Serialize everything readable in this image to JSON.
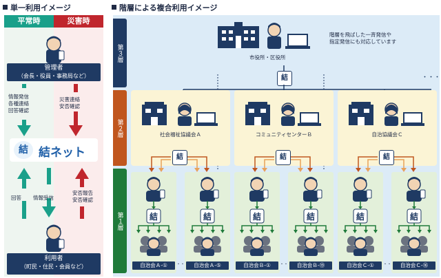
{
  "left": {
    "heading": "単一利用イメージ",
    "tab_normal": "平常時",
    "tab_disaster": "災害時",
    "admin_title": "管理者",
    "admin_sub": "（会長・役員・事務局など）",
    "normal_down": "情報発信\n各種連絡\n回答確認",
    "disaster_down": "災害連絡\n安否確認",
    "logo_text": "結ネット",
    "logo_mark": "結",
    "normal_up": "回答",
    "normal_recv": "情報受信",
    "disaster_up": "安否報告\n安否確認",
    "user_title": "利用者",
    "user_sub": "（町民・住民・会員など）"
  },
  "right": {
    "heading": "階層による複合利用イメージ",
    "tier3": "第３層",
    "tier2": "第２層",
    "tier1": "第１層",
    "city_label": "市役所・区役所",
    "note": "階層を飛ばした一斉発信や\n指定発信にも対応しています",
    "hub": "結",
    "org_a": "社会福祉協議会Ａ",
    "org_b": "コミュニティセンターＢ",
    "org_c": "自治協議会Ｃ",
    "ellipsis": "・・・",
    "dots": "・・・",
    "assoc": [
      "自治会Ａ-①",
      "自治会Ａ-⑤",
      "自治会Ｂ-①",
      "自治会Ｂ-⑲",
      "自治会Ｃ-①",
      "自治会Ｃ-⑯"
    ]
  },
  "colors": {
    "normal": "#1aa08a",
    "disaster": "#c0262d",
    "navy": "#1f3a63",
    "tier3_bg": "#dcebf7",
    "tier2_bg": "#fbf4d5",
    "tier1_bg": "#e3f0da"
  }
}
